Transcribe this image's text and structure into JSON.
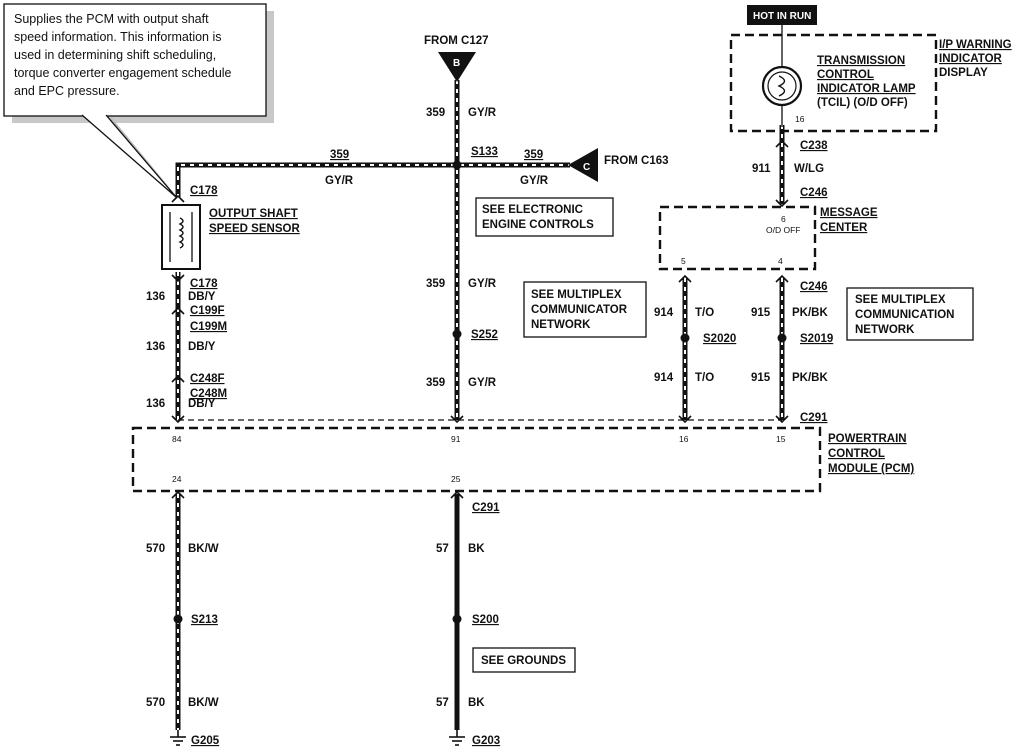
{
  "callout": {
    "lines": [
      "Supplies the PCM with output shaft",
      "speed information.  This information is",
      "used in determining shift scheduling,",
      "torque converter engagement schedule",
      "and EPC pressure."
    ]
  },
  "top": {
    "from_c127": "FROM C127",
    "from_c127_marker": "B",
    "from_c163": "FROM C163",
    "from_c163_marker": "C",
    "hot_in_run": "HOT IN RUN"
  },
  "lamp": {
    "label_lines": [
      "TRANSMISSION",
      "CONTROL",
      "INDICATOR LAMP",
      "(TCIL) (O/D OFF)"
    ],
    "pin": "16",
    "group_lines": [
      "I/P WARNING",
      "INDICATOR",
      "DISPLAY"
    ]
  },
  "message_center": {
    "label_lines": [
      "MESSAGE",
      "CENTER"
    ],
    "pin_top": "6",
    "pin_text": "O/D OFF",
    "pin_left": "5",
    "pin_right": "4"
  },
  "sensor": {
    "label_lines": [
      "OUTPUT SHAFT",
      "SPEED SENSOR"
    ]
  },
  "pcm": {
    "label_lines": [
      "POWERTRAIN",
      "CONTROL",
      "MODULE (PCM)"
    ],
    "pin_84": "84",
    "pin_91": "91",
    "pin_16": "16",
    "pin_15": "15",
    "pin_24": "24",
    "pin_25": "25"
  },
  "notes": {
    "electronic_lines": [
      "SEE ELECTRONIC",
      "ENGINE CONTROLS"
    ],
    "multiplex_left_lines": [
      "SEE MULTIPLEX",
      "COMMUNICATOR",
      "NETWORK"
    ],
    "multiplex_right_lines": [
      "SEE MULTIPLEX",
      "COMMUNICATION",
      "NETWORK"
    ],
    "grounds": "SEE GROUNDS"
  },
  "connectors": {
    "c178_top": "C178",
    "c178_bot": "C178",
    "c199f": "C199F",
    "c199m": "C199M",
    "c248f": "C248F",
    "c248m": "C248M",
    "s133": "S133",
    "s252": "S252",
    "c238": "C238",
    "c246_top": "C246",
    "c246_mid": "C246",
    "s2020": "S2020",
    "s2019": "S2019",
    "c291_right": "C291",
    "c291_bottom": "C291",
    "s213": "S213",
    "g205": "G205",
    "s200": "S200",
    "g203": "G203"
  },
  "wires": {
    "h_359_left": "359",
    "h_gyr_left": "GY/R",
    "h_359_right": "359",
    "h_gyr_right": "GY/R",
    "v_359_a": "359",
    "v_gyr_a": "GY/R",
    "v_359_b": "359",
    "v_gyr_b": "GY/R",
    "v_359_c": "359",
    "v_gyr_c": "GY/R",
    "w136_a": "136",
    "w136_a_color": "DB/Y",
    "w136_b": "136",
    "w136_b_color": "DB/Y",
    "w136_c": "136",
    "w136_c_color": "DB/Y",
    "w911": "911",
    "w911_color": "W/LG",
    "w914_a": "914",
    "w914_a_color": "T/O",
    "w914_b": "914",
    "w914_b_color": "T/O",
    "w915_a": "915",
    "w915_a_color": "PK/BK",
    "w915_b": "915",
    "w915_b_color": "PK/BK",
    "w570_a": "570",
    "w570_a_color": "BK/W",
    "w570_b": "570",
    "w570_b_color": "BK/W",
    "w57_a": "57",
    "w57_a_color": "BK",
    "w57_b": "57",
    "w57_b_color": "BK"
  }
}
